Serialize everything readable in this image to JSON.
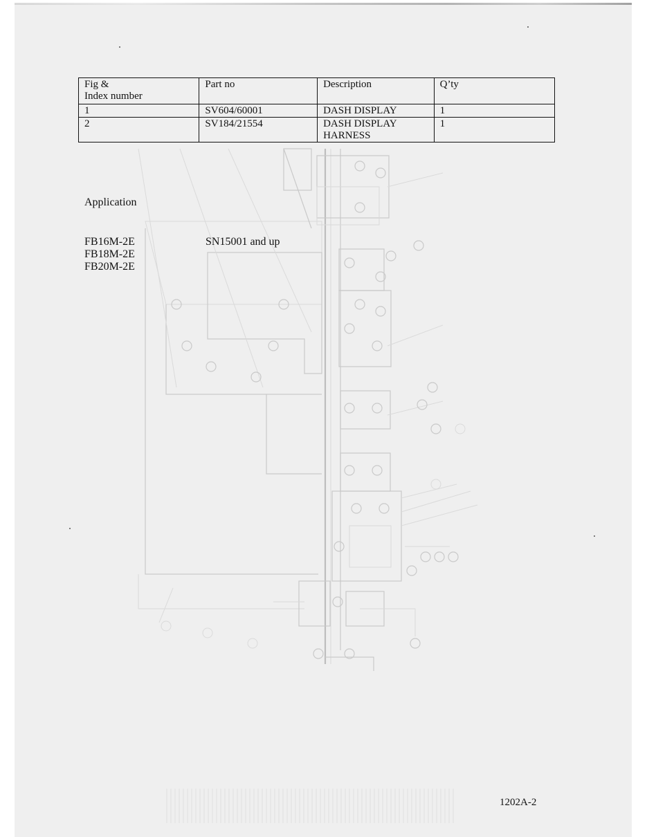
{
  "parts_table": {
    "headers": {
      "fig_index": "Fig &\nIndex number",
      "fig_index_line1": "Fig &",
      "fig_index_line2": "Index number",
      "part_no": "Part no",
      "description": "Description",
      "qty": "Q’ty"
    },
    "rows": [
      {
        "index": "1",
        "part_no": "SV604/60001",
        "description_line1": "DASH DISPLAY",
        "description_line2": "",
        "qty": "1"
      },
      {
        "index": "2",
        "part_no": "SV184/21554",
        "description_line1": "DASH DISPLAY",
        "description_line2": "HARNESS",
        "qty": "1"
      }
    ]
  },
  "application": {
    "title": "Application",
    "models": [
      "FB16M-2E",
      "FB18M-2E",
      "FB20M-2E"
    ],
    "serial_range": "SN15001 and up"
  },
  "background_figure": {
    "description": "faint ghosted wiring diagram showing through from reverse side"
  },
  "footer": {
    "page_number": "1202A-2"
  }
}
